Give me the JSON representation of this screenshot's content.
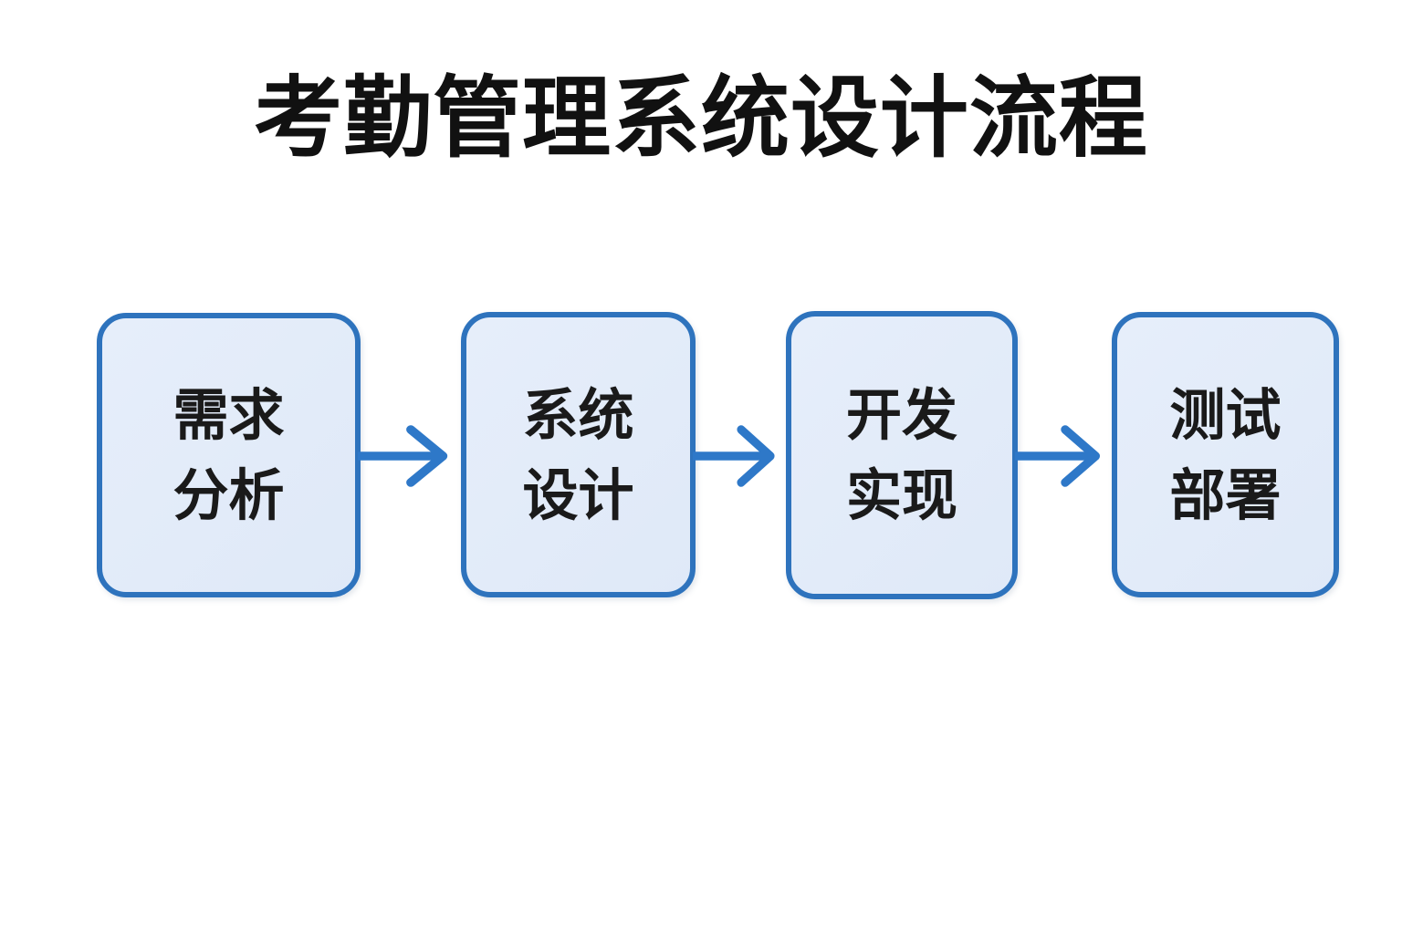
{
  "title": "考勤管理系统设计流程",
  "steps": [
    {
      "id": "requirements-analysis",
      "label": "需求分析",
      "lines": [
        "需求",
        "分析"
      ]
    },
    {
      "id": "system-design",
      "label": "系统设计",
      "lines": [
        "系统",
        "设计"
      ]
    },
    {
      "id": "development-implementation",
      "label": "开发实现",
      "lines": [
        "开发",
        "实现"
      ]
    },
    {
      "id": "testing-deployment",
      "label": "测试部署",
      "lines": [
        "测试",
        "部署"
      ]
    }
  ],
  "arrow": {
    "direction": "right",
    "count": 3
  },
  "colors": {
    "background": "#ffffff",
    "box_fill": "#e6eefa",
    "box_fill_2": "#dfe9f8",
    "box_border": "#2e73bd",
    "arrow": "#2e78c8",
    "title_text": "#111111",
    "box_text": "#1a1a1a"
  }
}
